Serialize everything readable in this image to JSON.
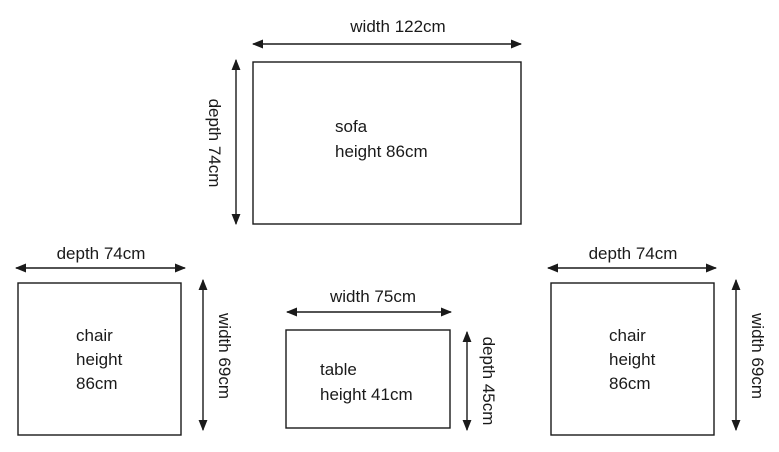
{
  "sofa": {
    "width_label": "width 122cm",
    "depth_label": "depth 74cm",
    "name": "sofa",
    "height_label": "height 86cm"
  },
  "chair_left": {
    "depth_label": "depth 74cm",
    "width_label": "width 69cm",
    "name": "chair",
    "height_line1": "height",
    "height_line2": "86cm"
  },
  "table": {
    "width_label": "width 75cm",
    "depth_label": "depth 45cm",
    "name": "table",
    "height_label": "height 41cm"
  },
  "chair_right": {
    "depth_label": "depth 74cm",
    "width_label": "width 69cm",
    "name": "chair",
    "height_line1": "height",
    "height_line2": "86cm"
  }
}
